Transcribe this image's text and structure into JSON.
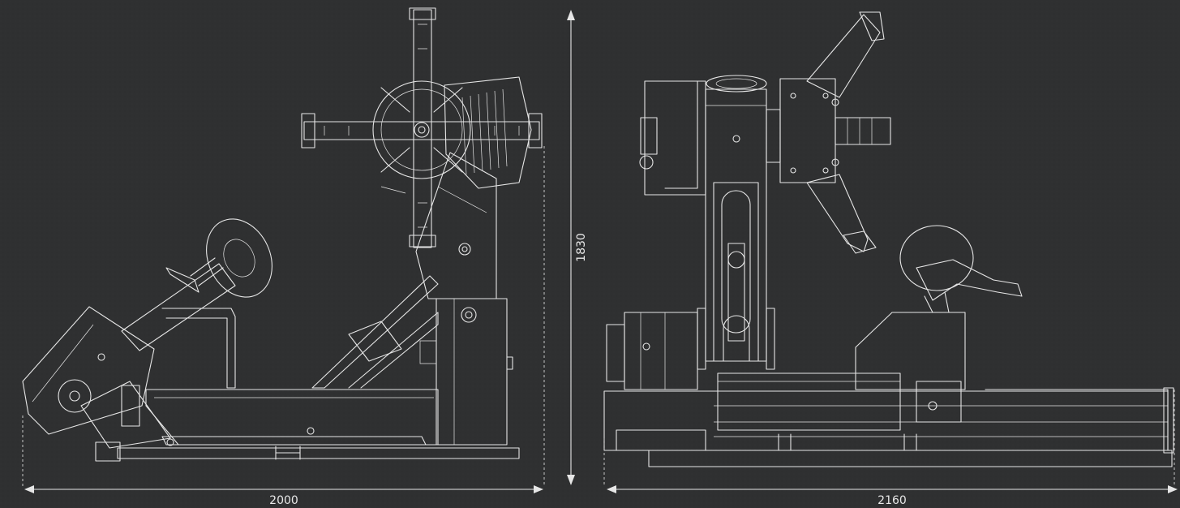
{
  "dimensions": {
    "left_width": "2000",
    "right_width": "2160",
    "height": "1830"
  },
  "colors": {
    "background": "#2f3031",
    "line": "#e6e6e6"
  }
}
